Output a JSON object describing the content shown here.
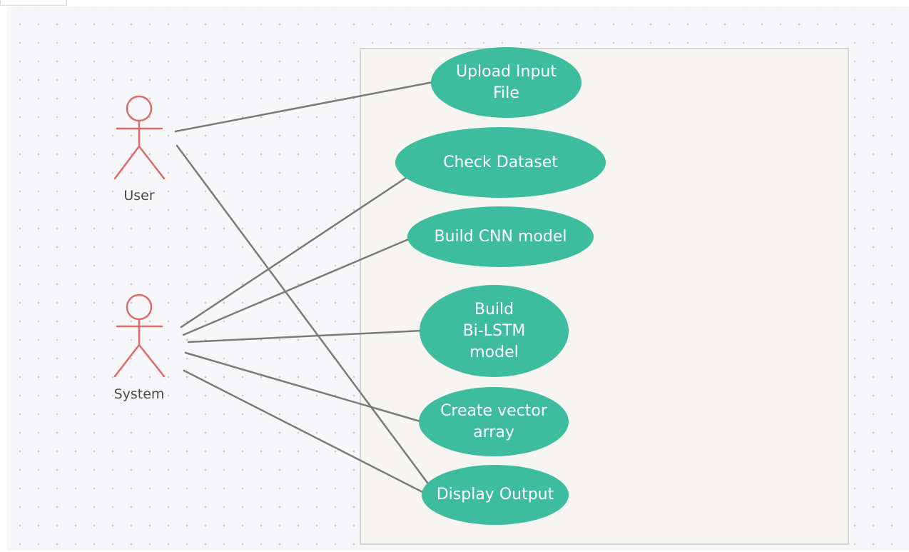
{
  "actors": [
    {
      "id": "user",
      "label": "User"
    },
    {
      "id": "system",
      "label": "System"
    }
  ],
  "use_cases": [
    {
      "id": "upload",
      "label": "Upload Input\nFile"
    },
    {
      "id": "check",
      "label": "Check Dataset"
    },
    {
      "id": "cnn",
      "label": "Build CNN model"
    },
    {
      "id": "bilstm",
      "label": "Build\nBi-LSTM\nmodel"
    },
    {
      "id": "vector",
      "label": "Create vector\narray"
    },
    {
      "id": "display",
      "label": "Display Output"
    }
  ],
  "associations": [
    {
      "from": "user",
      "to": "upload"
    },
    {
      "from": "user",
      "to": "display"
    },
    {
      "from": "system",
      "to": "check"
    },
    {
      "from": "system",
      "to": "cnn"
    },
    {
      "from": "system",
      "to": "bilstm"
    },
    {
      "from": "system",
      "to": "vector"
    },
    {
      "from": "system",
      "to": "display"
    }
  ],
  "colors": {
    "usecase_fill": "#3dbd9d",
    "actor_stroke": "#e06a6a",
    "line": "#7a7a7a",
    "boundary": "#d4d4d4"
  }
}
